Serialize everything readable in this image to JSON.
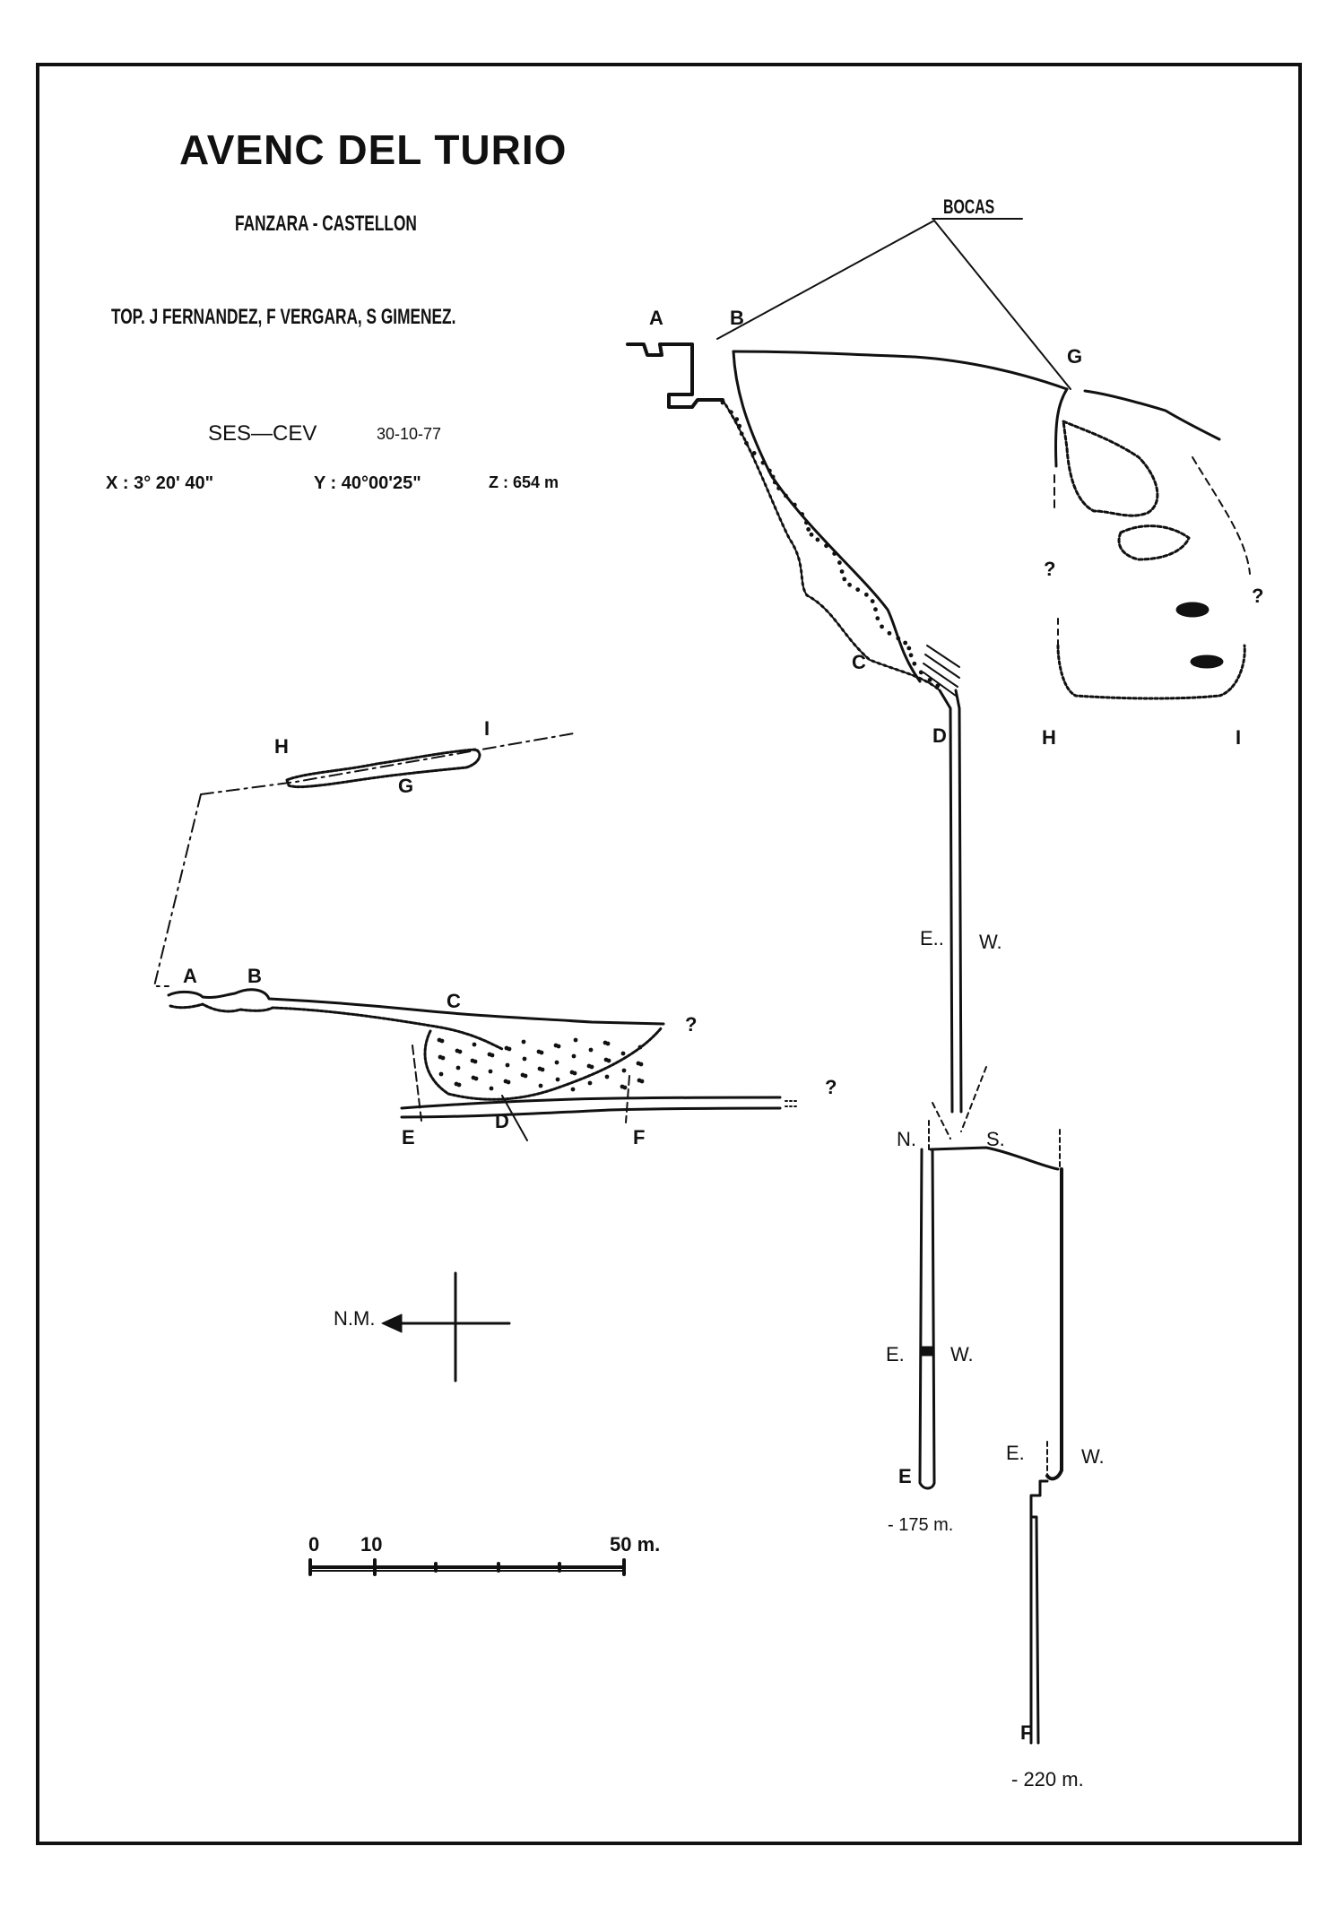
{
  "header": {
    "title": "AVENC  DEL  TURIO",
    "location": "FANZARA  -  CASTELLON",
    "topographers": "TOP. J FERNANDEZ, F VERGARA, S GIMENEZ.",
    "group": "SES—CEV",
    "date": "30-10-77",
    "coord_x": "X : 3° 20' 40\"",
    "coord_y": "Y : 40°00'25\"",
    "coord_z": "Z : 654 m"
  },
  "section": {
    "bocas_label": "BOCAS",
    "points": [
      "A",
      "B",
      "G",
      "C",
      "D",
      "H",
      "I",
      "E",
      "F"
    ],
    "question": "?",
    "orient_upper": [
      "E..",
      "W."
    ],
    "orient_ns": [
      "N.",
      "S."
    ],
    "orient_mid": [
      "E.",
      "W."
    ],
    "orient_right": [
      "E.",
      "W."
    ],
    "depth_175": "- 175 m.",
    "depth_220": "- 220 m."
  },
  "plan": {
    "points": [
      "H",
      "I",
      "G",
      "A",
      "B",
      "C",
      "D",
      "E",
      "F"
    ],
    "question": "?",
    "north_label": "N.M."
  },
  "scale": {
    "labels": [
      "0",
      "10",
      "50 m."
    ]
  },
  "colors": {
    "ink": "#111111",
    "paper": "#ffffff"
  }
}
